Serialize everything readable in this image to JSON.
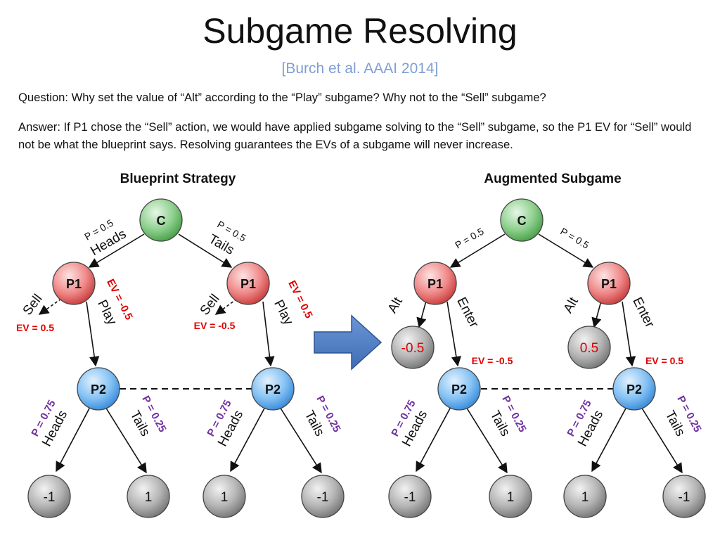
{
  "slide": {
    "title": "Subgame Resolving",
    "citation": "[Burch et al. AAAI 2014]",
    "question": "Question: Why set the value of “Alt” according to the “Play” subgame? Why not to the “Sell” subgame?",
    "answer": "Answer: If P1 chose the “Sell” action, we would have applied subgame solving to the “Sell” subgame, so the P1 EV for “Sell” would not be what the blueprint says. Resolving guarantees the EVs of a subgame will never increase."
  },
  "colors": {
    "chance": "#5cb85c",
    "p1": "#e05050",
    "p2": "#4a9de8",
    "terminal": "#8c8c8c",
    "ev_red": "#e00000",
    "prob_purple": "#7030a0",
    "arrow": "#4a76b8",
    "arrow_dark": "#2e5590"
  },
  "blueprint": {
    "title": "Blueprint Strategy",
    "chance": "C",
    "p1_left": "P1",
    "p1_right": "P1",
    "p2_left": "P2",
    "p2_right": "P2",
    "heads_prob": "P = 0.5",
    "heads": "Heads",
    "tails_prob": "P = 0.5",
    "tails": "Tails",
    "sell_left": "Sell",
    "play_left": "Play",
    "sell_right": "Sell",
    "play_right": "Play",
    "ev_sell_left": "EV = 0.5",
    "ev_play_left": "EV = -0.5",
    "ev_sell_right": "EV = -0.5",
    "ev_play_right": "EV = 0.5",
    "p2l_heads_prob": "P = 0.75",
    "p2l_heads": "Heads",
    "p2l_tails_prob": "P = 0.25",
    "p2l_tails": "Tails",
    "p2r_heads_prob": "P = 0.75",
    "p2r_heads": "Heads",
    "p2r_tails_prob": "P = 0.25",
    "p2r_tails": "Tails",
    "leaves": [
      "-1",
      "1",
      "1",
      "-1"
    ]
  },
  "augmented": {
    "title": "Augmented Subgame",
    "chance": "C",
    "p1_left": "P1",
    "p1_right": "P1",
    "p2_left": "P2",
    "p2_right": "P2",
    "left_prob": "P = 0.5",
    "right_prob": "P = 0.5",
    "alt_left": "Alt",
    "enter_left": "Enter",
    "alt_right": "Alt",
    "enter_right": "Enter",
    "alt_left_value": "-0.5",
    "alt_right_value": "0.5",
    "ev_enter_left": "EV = -0.5",
    "ev_enter_right": "EV = 0.5",
    "p2l_heads_prob": "P = 0.75",
    "p2l_heads": "Heads",
    "p2l_tails_prob": "P = 0.25",
    "p2l_tails": "Tails",
    "p2r_heads_prob": "P = 0.75",
    "p2r_heads": "Heads",
    "p2r_tails_prob": "P = 0.25",
    "p2r_tails": "Tails",
    "leaves": [
      "-1",
      "1",
      "1",
      "-1"
    ]
  }
}
